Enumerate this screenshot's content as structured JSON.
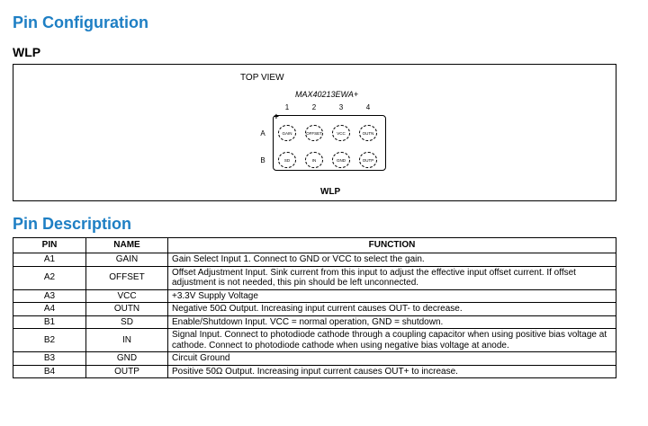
{
  "heading_config": "Pin Configuration",
  "subheading_wlp": "WLP",
  "diagram": {
    "top_view": "TOP VIEW",
    "part_number": "MAX40213EWA+",
    "plus_mark": "+",
    "columns": [
      "1",
      "2",
      "3",
      "4"
    ],
    "rows": [
      "A",
      "B"
    ],
    "balls": [
      [
        "GAIN",
        "OFFSET",
        "VCC",
        "OUTN"
      ],
      [
        "SD",
        "IN",
        "GND",
        "OUTP"
      ]
    ],
    "package_label": "WLP"
  },
  "heading_desc": "Pin Description",
  "table": {
    "headers": [
      "PIN",
      "NAME",
      "FUNCTION"
    ],
    "rows": [
      {
        "pin": "A1",
        "name": "GAIN",
        "func": "Gain Select Input 1. Connect to GND or VCC to select the gain."
      },
      {
        "pin": "A2",
        "name": "OFFSET",
        "func": "Offset Adjustment Input. Sink current from this input to adjust the effective input offset current. If offset adjustment is not needed, this pin should be left unconnected."
      },
      {
        "pin": "A3",
        "name": "VCC",
        "func": "+3.3V Supply Voltage"
      },
      {
        "pin": "A4",
        "name": "OUTN",
        "func": "Negative 50Ω Output. Increasing input current causes OUT- to decrease."
      },
      {
        "pin": "B1",
        "name": "SD",
        "func": "Enable/Shutdown Input. VCC = normal operation, GND = shutdown."
      },
      {
        "pin": "B2",
        "name": "IN",
        "func": "Signal Input. Connect to photodiode cathode through a coupling capacitor when using positive bias voltage at cathode. Connect to photodiode cathode when using negative bias voltage at anode."
      },
      {
        "pin": "B3",
        "name": "GND",
        "func": "Circuit Ground"
      },
      {
        "pin": "B4",
        "name": "OUTP",
        "func": "Positive 50Ω Output. Increasing input current causes OUT+ to increase."
      }
    ]
  }
}
